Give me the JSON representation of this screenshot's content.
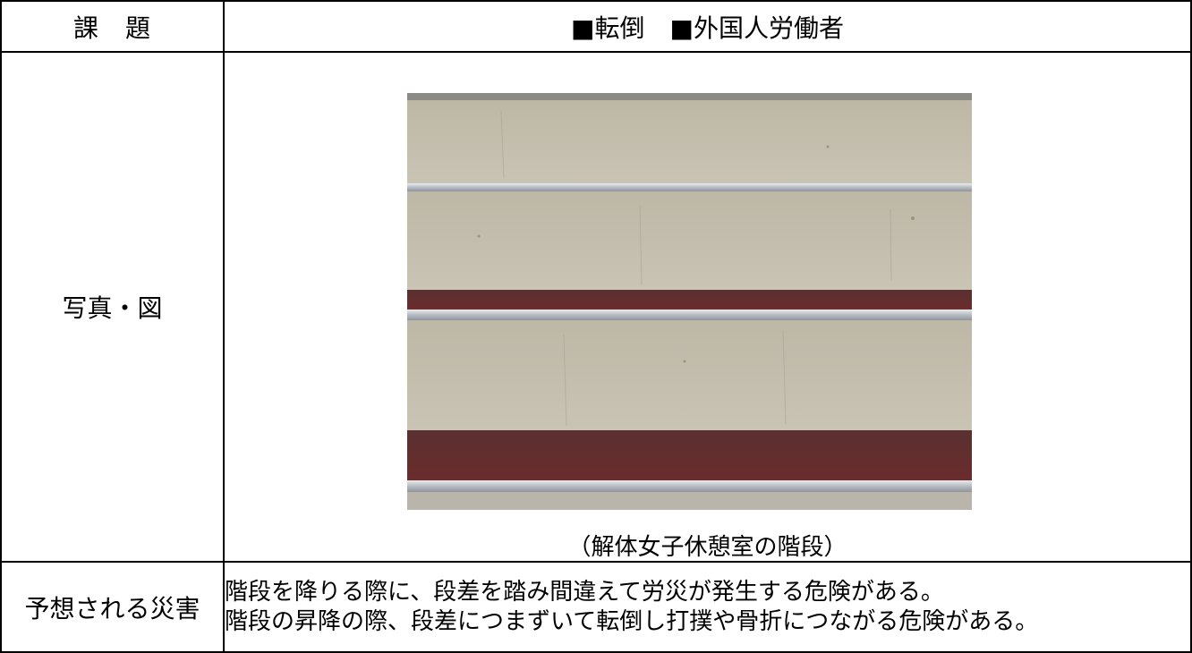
{
  "header": {
    "left_label": "課　題",
    "title": "■転倒　■外国人労働者"
  },
  "photo_row": {
    "label": "写真・図",
    "caption": "（解体女子休憩室の階段）"
  },
  "hazard_row": {
    "label": "予想される災害",
    "lines": [
      "階段を降りる際に、段差を踏み間違えて労災が発生する危険がある。",
      "階段の昇降の際、段差につまずいて転倒し打撲や骨折につながる危険がある。"
    ]
  }
}
